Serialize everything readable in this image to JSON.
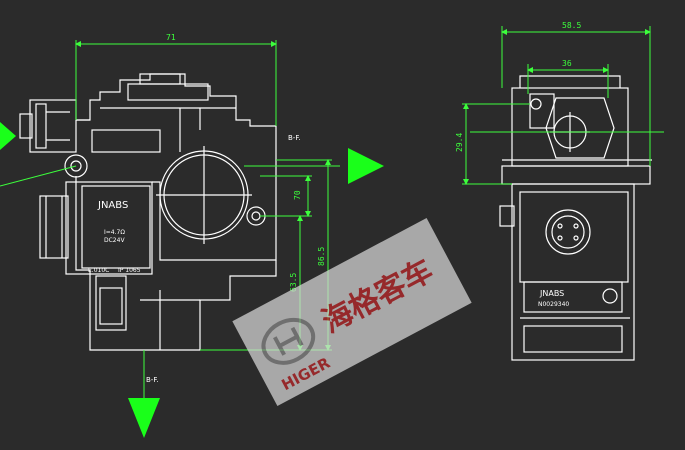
{
  "colors": {
    "background": "#2b2b2b",
    "outline": "#ffffff",
    "dimension": "#3cff3c",
    "arrow": "#1aff1a",
    "watermark_red": "#c0292b",
    "watermark_gray": "#8a8a8a"
  },
  "front_view": {
    "label_name": "JNABS",
    "label_lines": [
      "I=4.7Ω",
      "DC24V"
    ],
    "label_bottom_left": "E.010C",
    "label_bottom_right": "IP 1065",
    "port_label_upper": "B-F.",
    "port_label_lower": "B-F.",
    "dims": {
      "overall_width": "71",
      "port_offset": "70",
      "height_upper": "63.5",
      "height_total": "86.5"
    }
  },
  "side_view": {
    "label_name": "JNABS",
    "label_code": "N0029340",
    "dims": {
      "overall_width": "58.5",
      "inner_width": "36",
      "height": "29.4"
    }
  },
  "watermark": {
    "brand": "HIGER",
    "chinese": "海格客车",
    "icon": "higer-logo-icon"
  }
}
